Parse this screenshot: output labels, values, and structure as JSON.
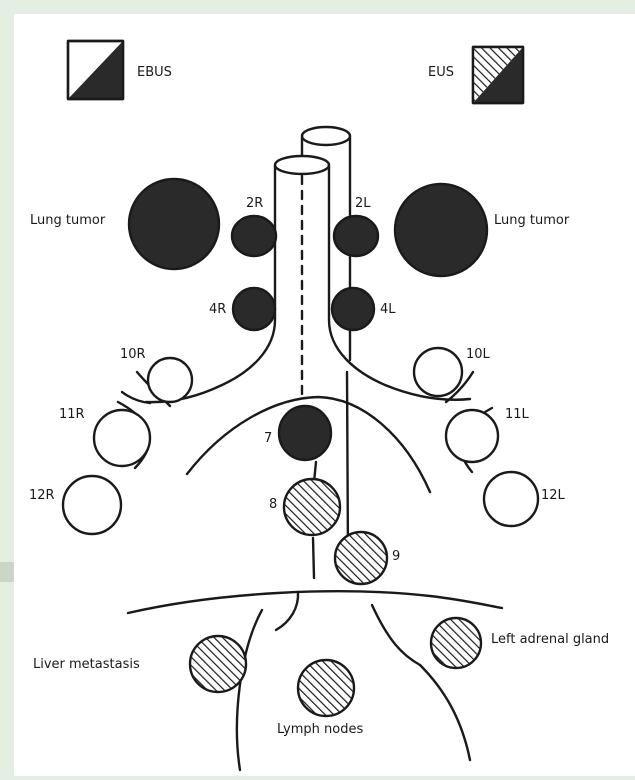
{
  "legend": {
    "ebus_label": "EBUS",
    "eus_label": "EUS"
  },
  "labels": {
    "lung_tumor_left": "Lung tumor",
    "lung_tumor_right": "Lung tumor",
    "liver_metastasis": "Liver metastasis",
    "lymph_nodes": "Lymph nodes",
    "left_adrenal_gland": "Left adrenal gland"
  },
  "stations": {
    "s2R": "2R",
    "s2L": "2L",
    "s4R": "4R",
    "s4L": "4L",
    "s10R": "10R",
    "s10L": "10L",
    "s11R": "11R",
    "s11L": "11L",
    "s12R": "12R",
    "s12L": "12L",
    "s7": "7",
    "s8": "8",
    "s9": "9"
  },
  "colors": {
    "background": "#e4efe4",
    "panel": "#ffffff",
    "ink": "#1a1a1a",
    "ebus_fill": "#2a2a2a"
  },
  "access": {
    "ebus": [
      "2R",
      "2L",
      "4R",
      "4L",
      "7"
    ],
    "eus": [
      "8",
      "9",
      "Liver metastasis",
      "Lymph nodes",
      "Left adrenal gland"
    ],
    "none": [
      "10R",
      "10L",
      "11R",
      "11L",
      "12R",
      "12L"
    ]
  }
}
